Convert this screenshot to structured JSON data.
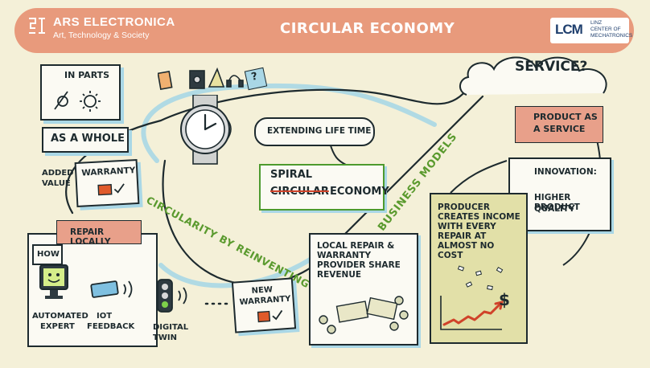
{
  "header": {
    "brand_name": "ARS ELECTRONICA",
    "brand_tagline": "Art, Technology & Society",
    "title": "CIRCULAR ECONOMY",
    "partner_mark": "LCM",
    "partner_line1": "LINZ",
    "partner_line2": "CENTER OF",
    "partner_line3": "MECHATRONICS"
  },
  "left": {
    "in_parts": "IN PARTS",
    "as_a_whole": "AS A WHOLE",
    "added_value_line1": "ADDED",
    "added_value_line2": "VALUE",
    "warranty": "WARRANTY",
    "repair_locally": "REPAIR LOCALLY",
    "how": "HOW",
    "automated_expert_line1": "AUTOMATED",
    "automated_expert_line2": "EXPERT",
    "iot_feedback_line1": "IOT",
    "iot_feedback_line2": "FEEDBACK",
    "digital_twin_line1": "DIGITAL",
    "digital_twin_line2": "TWIN"
  },
  "center": {
    "extending_life_time": "EXTENDING LIFE TIME",
    "spiral": "SPIRAL",
    "circular_struck": "CIRCULAR",
    "economy": "ECONOMY",
    "circularity_label": "CIRCULARITY BY REINVENTING",
    "new_warranty_line1": "NEW",
    "new_warranty_line2": "WARRANTY",
    "local_repair_text": "LOCAL REPAIR & WARRANTY PROVIDER SHARE REVENUE",
    "business_models": "BUSINESS MODELS"
  },
  "right": {
    "service_question": "SERVICE?",
    "product_as_service_line1": "PRODUCT AS",
    "product_as_service_line2": "A SERVICE",
    "innovation_line1": "INNOVATION:",
    "innovation_line2": "HIGHER PRODUCT",
    "innovation_line3": "QUALITY",
    "producer_text": "PRODUCER CREATES INCOME WITH EVERY REPAIR AT ALMOST NO COST",
    "dollar_sign": "$"
  },
  "colors": {
    "header": "#e89a7c",
    "ink": "#1d2a2e",
    "accent_green": "#6aa83a",
    "accent_blue": "#a9d7e6",
    "pink": "#e8a08a",
    "olive_bg": "#e2e0a8"
  }
}
